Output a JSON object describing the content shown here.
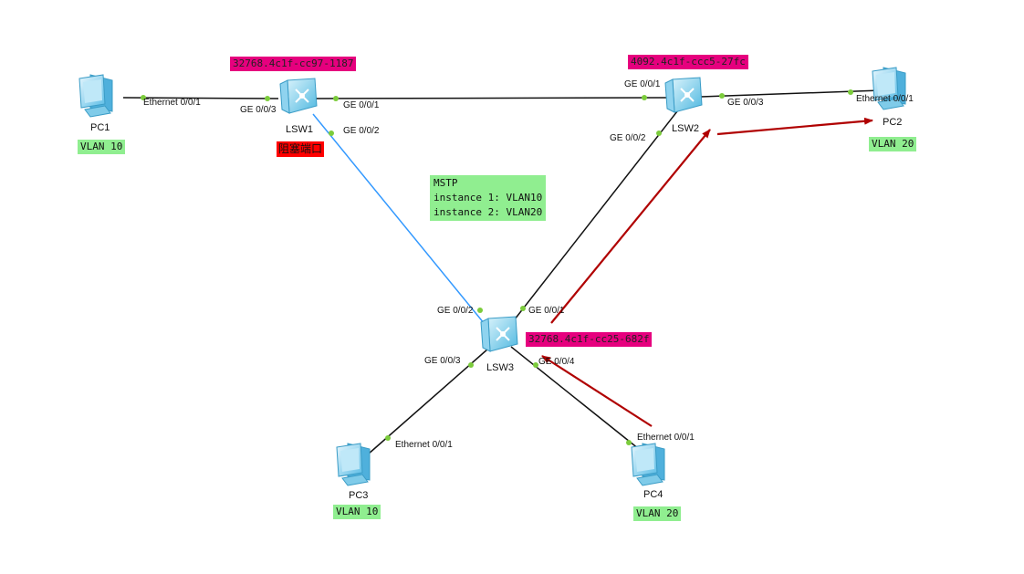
{
  "devices": {
    "pc1": {
      "name": "PC1",
      "vlan": "VLAN 10"
    },
    "pc2": {
      "name": "PC2",
      "vlan": "VLAN 20"
    },
    "pc3": {
      "name": "PC3",
      "vlan": "VLAN 10"
    },
    "pc4": {
      "name": "PC4",
      "vlan": "VLAN 20"
    },
    "lsw1": {
      "name": "LSW1",
      "bridge_id": "32768.4c1f-cc97-1187",
      "blocked_label": "阻塞端口"
    },
    "lsw2": {
      "name": "LSW2",
      "bridge_id": "4092.4c1f-ccc5-27fc"
    },
    "lsw3": {
      "name": "LSW3",
      "bridge_id": "32768.4c1f-cc25-682f"
    }
  },
  "ports": {
    "pc1_eth": "Ethernet 0/0/1",
    "lsw1_ge3": "GE 0/0/3",
    "lsw1_ge1": "GE 0/0/1",
    "lsw1_ge2": "GE 0/0/2",
    "lsw2_ge1": "GE 0/0/1",
    "lsw2_ge3": "GE 0/0/3",
    "lsw2_ge2": "GE 0/0/2",
    "pc2_eth": "Ethernet 0/0/1",
    "lsw3_ge2": "GE 0/0/2",
    "lsw3_ge1": "GE 0/0/1",
    "lsw3_ge3": "GE 0/0/3",
    "lsw3_ge4": "GE 0/0/4",
    "pc3_eth": "Ethernet 0/0/1",
    "pc4_eth": "Ethernet 0/0/1"
  },
  "mstp_note": {
    "line1": "MSTP",
    "line2": "instance 1: VLAN10",
    "line3": "instance 2: VLAN20"
  },
  "colors": {
    "link": "#111111",
    "blocked_link": "#3399ff",
    "port_dot": "#7ccc3c",
    "arrow": "#b00000",
    "bridge_id_bg": "#e6007e",
    "vlan_bg": "#90ee90",
    "blocked_bg": "#ff0000"
  }
}
